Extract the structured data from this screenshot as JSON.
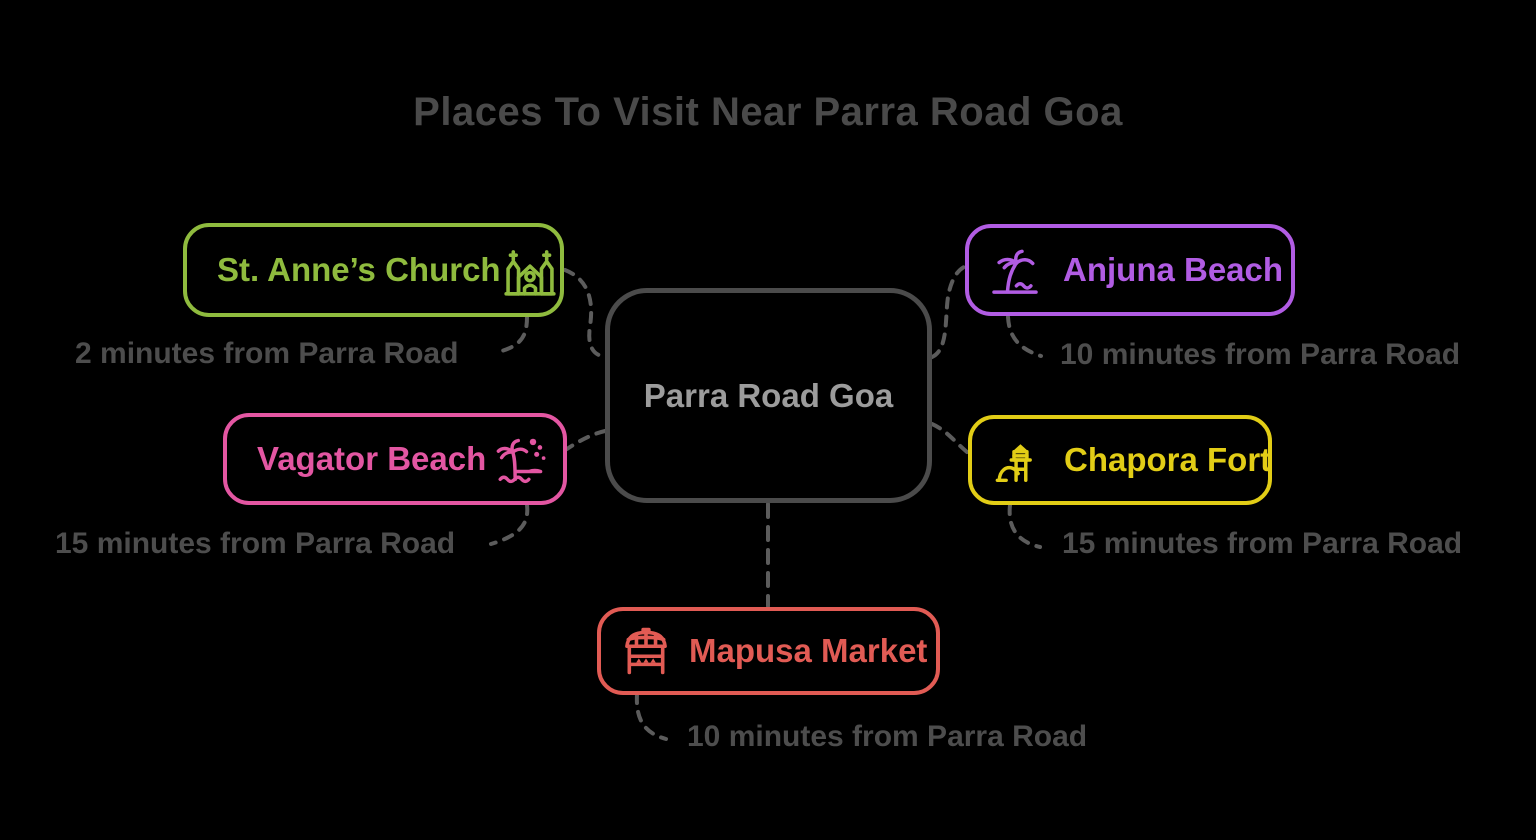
{
  "title": "Places To Visit Near Parra Road Goa",
  "center_node": {
    "label": "Parra Road Goa",
    "border_color": "#4b4b4b",
    "text_color": "#9c9c9c"
  },
  "nodes": [
    {
      "label": "St. Anne’s Church",
      "icon": "church-icon",
      "color": "#8fbb3e",
      "caption": "2 minutes from Parra Road"
    },
    {
      "label": "Anjuna Beach",
      "icon": "palm-tree-beach-icon",
      "color": "#b15ce3",
      "caption": "10 minutes from Parra Road"
    },
    {
      "label": "Vagator Beach",
      "icon": "palm-tree-splash-icon",
      "color": "#e356a2",
      "caption": "15 minutes from Parra Road"
    },
    {
      "label": "Chapora Fort",
      "icon": "fort-watchtower-icon",
      "color": "#e2cd16",
      "caption": "15 minutes from Parra Road"
    },
    {
      "label": "Mapusa Market",
      "icon": "market-stall-icon",
      "color": "#e15b54",
      "caption": "10 minutes from Parra Road"
    }
  ],
  "style": {
    "background_color": "#000000",
    "title_color": "#4a4a4a",
    "caption_color": "#4d4d4d",
    "connector_color": "#5c5c5c",
    "connector_style": "dashed"
  }
}
